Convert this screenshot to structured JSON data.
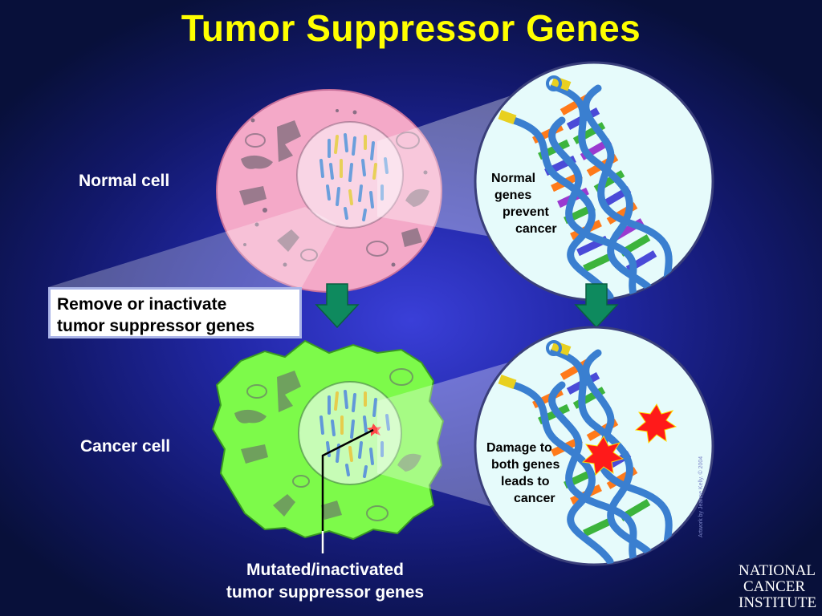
{
  "title": "Tumor Suppressor Genes",
  "labels": {
    "normal_cell": "Normal cell",
    "cancer_cell": "Cancer cell"
  },
  "remove_box": {
    "line1": "Remove or inactivate",
    "line2": "tumor suppressor genes"
  },
  "normal_genes_text": [
    "Normal",
    "genes",
    "prevent",
    "cancer"
  ],
  "damage_text": [
    "Damage to",
    "both genes",
    "leads to",
    "cancer"
  ],
  "mutated_label": {
    "line1": "Mutated/inactivated",
    "line2": "tumor suppressor genes"
  },
  "credit": "Artwork by Jeanne Kelly. © 2004",
  "logo": {
    "line1": "NATIONAL",
    "line2": "CANCER",
    "line3": "INSTITUTE"
  },
  "colors": {
    "title": "#ffff00",
    "normal_cell": "#f4a9c8",
    "cancer_cell": "#7dfa4a",
    "arrow": "#0e8a5e",
    "dna_backbone": "#3a7fd0",
    "damage": "#ff1a1a"
  },
  "icons": [
    "down-arrow-icon",
    "dna-helix-icon",
    "damage-star-icon",
    "chromosome-icon"
  ]
}
